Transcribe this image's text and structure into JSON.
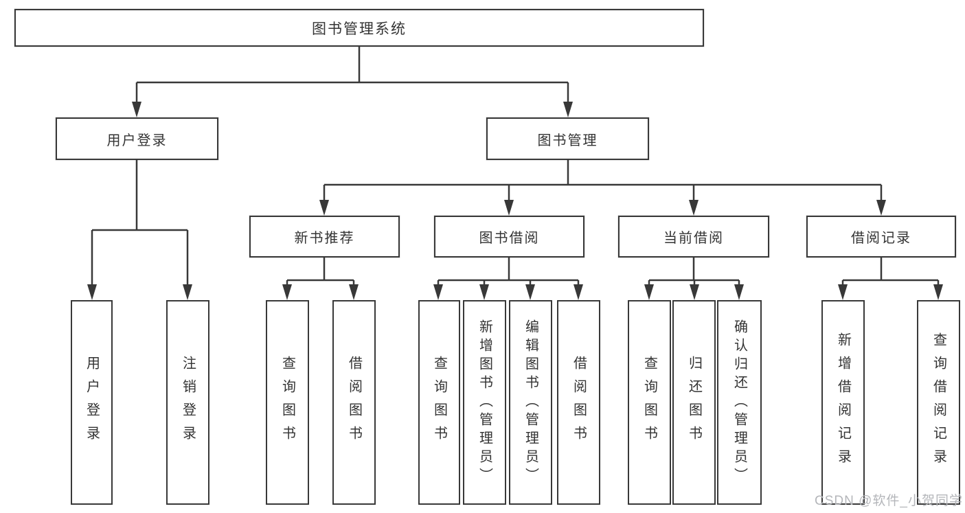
{
  "diagram": {
    "root": {
      "label": "图书管理系统"
    },
    "branches": [
      {
        "label": "用户登录",
        "leaves": [
          "用户登录",
          "注销登录"
        ]
      },
      {
        "label": "图书管理",
        "children": [
          {
            "label": "新书推荐",
            "leaves": [
              "查询图书",
              "借阅图书"
            ]
          },
          {
            "label": "图书借阅",
            "leaves": [
              "查询图书",
              "新增图书（管理员）",
              "编辑图书（管理员）",
              "借阅图书"
            ]
          },
          {
            "label": "当前借阅",
            "leaves": [
              "查询图书",
              "归还图书",
              "确认归还（管理员）"
            ]
          },
          {
            "label": "借阅记录",
            "leaves": [
              "新增借阅记录",
              "查询借阅记录"
            ]
          }
        ]
      }
    ],
    "watermark": "CSDN @软件_小贺同学",
    "colors": {
      "line": "#383838",
      "text": "#333333",
      "watermark_text": "#b4b6ba",
      "background": "#ffffff"
    }
  }
}
